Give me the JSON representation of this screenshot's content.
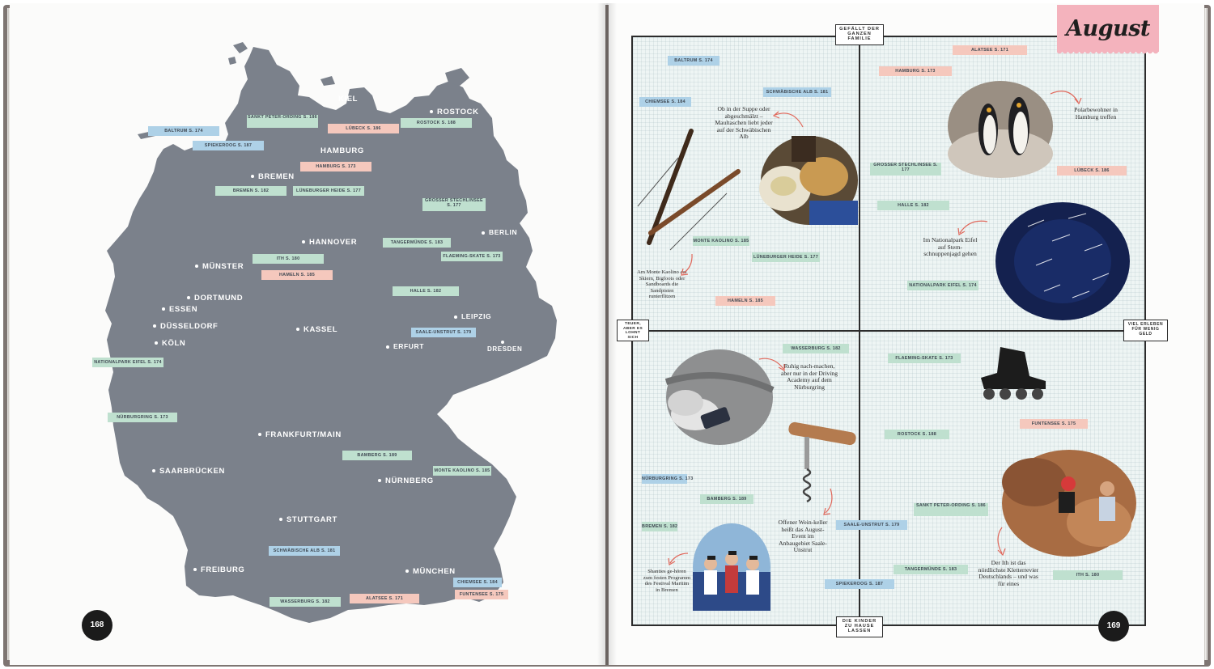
{
  "left_page": {
    "page_number": "168",
    "cities": [
      {
        "name": "KIEL",
        "dot": false
      },
      {
        "name": "ROSTOCK",
        "dot": true
      },
      {
        "name": "HAMBURG",
        "dot": false
      },
      {
        "name": "BREMEN",
        "dot": true
      },
      {
        "name": "BERLIN",
        "dot": true
      },
      {
        "name": "HANNOVER",
        "dot": true
      },
      {
        "name": "MÜNSTER",
        "dot": true
      },
      {
        "name": "DORTMUND",
        "dot": true
      },
      {
        "name": "ESSEN",
        "dot": true
      },
      {
        "name": "DÜSSELDORF",
        "dot": true
      },
      {
        "name": "KÖLN",
        "dot": true
      },
      {
        "name": "KASSEL",
        "dot": true
      },
      {
        "name": "LEIPZIG",
        "dot": true
      },
      {
        "name": "ERFURT",
        "dot": true
      },
      {
        "name": "DRESDEN",
        "dot": true
      },
      {
        "name": "FRANKFURT/MAIN",
        "dot": true
      },
      {
        "name": "SAARBRÜCKEN",
        "dot": true
      },
      {
        "name": "NÜRNBERG",
        "dot": true
      },
      {
        "name": "STUTTGART",
        "dot": true
      },
      {
        "name": "FREIBURG",
        "dot": true
      },
      {
        "name": "MÜNCHEN",
        "dot": true
      }
    ],
    "tags": [
      {
        "label": "BALTRUM S. 174",
        "color": "blue"
      },
      {
        "label": "SANKT PETER-ORDING S. 186",
        "color": "green"
      },
      {
        "label": "LÜBECK S. 186",
        "color": "pink"
      },
      {
        "label": "ROSTOCK S. 188",
        "color": "green"
      },
      {
        "label": "SPIEKEROOG S. 187",
        "color": "blue"
      },
      {
        "label": "HAMBURG S. 173",
        "color": "pink"
      },
      {
        "label": "BREMEN S. 182",
        "color": "green"
      },
      {
        "label": "LÜNEBURGER HEIDE S. 177",
        "color": "green"
      },
      {
        "label": "GROSSER STECHLINSEE S. 177",
        "color": "green"
      },
      {
        "label": "TANGERMÜNDE S. 183",
        "color": "green"
      },
      {
        "label": "FLAEMING-SKATE S. 173",
        "color": "green"
      },
      {
        "label": "ITH S. 180",
        "color": "green"
      },
      {
        "label": "HAMELN S. 185",
        "color": "pink"
      },
      {
        "label": "HALLE S. 182",
        "color": "green"
      },
      {
        "label": "SAALE-UNSTRUT S. 179",
        "color": "blue"
      },
      {
        "label": "NATIONALPARK EIFEL S. 174",
        "color": "green"
      },
      {
        "label": "NÜRBURGRING S. 173",
        "color": "green"
      },
      {
        "label": "BAMBERG S. 189",
        "color": "green"
      },
      {
        "label": "MONTE KAOLINO S. 185",
        "color": "green"
      },
      {
        "label": "SCHWÄBISCHE ALB S. 181",
        "color": "blue"
      },
      {
        "label": "CHIEMSEE S. 184",
        "color": "blue"
      },
      {
        "label": "WASSERBURG S. 182",
        "color": "green"
      },
      {
        "label": "ALATSEE S. 171",
        "color": "pink"
      },
      {
        "label": "FUNTENSEE S. 175",
        "color": "pink"
      }
    ]
  },
  "right_page": {
    "page_number": "169",
    "month_title": "August",
    "axis_labels": {
      "top": "GEFÄLLT DER GANZEN FAMILIE",
      "bottom": "DIE KINDER ZU HAUSE LASSEN",
      "left": "TEUER, ABER ES LOHNT SICH",
      "right": "VIEL ERLEBEN FÜR WENIG GELD"
    },
    "tags": [
      {
        "label": "BALTRUM S. 174",
        "color": "blue"
      },
      {
        "label": "ALATSEE S. 171",
        "color": "pink"
      },
      {
        "label": "HAMBURG S. 173",
        "color": "pink"
      },
      {
        "label": "SCHWÄBISCHE ALB S. 181",
        "color": "blue"
      },
      {
        "label": "CHIEMSEE S. 184",
        "color": "blue"
      },
      {
        "label": "GROSSER STECHLINSEE S. 177",
        "color": "green"
      },
      {
        "label": "LÜBECK S. 186",
        "color": "pink"
      },
      {
        "label": "HALLE S. 182",
        "color": "green"
      },
      {
        "label": "MONTE KAOLINO S. 185",
        "color": "green"
      },
      {
        "label": "LÜNEBURGER HEIDE S. 177",
        "color": "green"
      },
      {
        "label": "NATIONALPARK EIFEL S. 174",
        "color": "green"
      },
      {
        "label": "HAMELN S. 185",
        "color": "pink"
      },
      {
        "label": "WASSERBURG S. 182",
        "color": "green"
      },
      {
        "label": "FLAEMING-SKATE S. 173",
        "color": "green"
      },
      {
        "label": "FUNTENSEE S. 175",
        "color": "pink"
      },
      {
        "label": "ROSTOCK S. 188",
        "color": "green"
      },
      {
        "label": "NÜRBURGRING S. 173",
        "color": "blue"
      },
      {
        "label": "BAMBERG S. 189",
        "color": "green"
      },
      {
        "label": "SANKT PETER-ORDING S. 186",
        "color": "green"
      },
      {
        "label": "BREMEN S. 182",
        "color": "green"
      },
      {
        "label": "SAALE-UNSTRUT S. 179",
        "color": "blue"
      },
      {
        "label": "TANGERMÜNDE S. 183",
        "color": "green"
      },
      {
        "label": "ITH S. 180",
        "color": "green"
      },
      {
        "label": "SPIEKEROOG S. 187",
        "color": "blue"
      }
    ],
    "notes": {
      "maultaschen": "Ob in der Suppe oder abgeschmälzt – Maultaschen liebt jeder auf der Schwäbischen Alb",
      "penguins": "Polarbewohner in Hamburg treffen",
      "stars": "Im Nationalpark Eifel auf Stern-schnuppenjagd gehen",
      "kaolino": "Am Monte Kaolino auf Skiern, Bigfoots oder Sandboards die Sandpisten runterflitzen",
      "driving": "Ruhig nach-machen, aber nur in der Driving Academy auf dem Nürburgring",
      "wine": "Offener Wein-keller heißt das August-Event im Anbaugebiet Saale-Unstrut",
      "shanties": "Shanties ge-hören zum festen Programm des Festival Maritim in Bremen",
      "ith": "Der Ith ist das nördlichste Kletterrevier Deutschlands – und was für eines"
    }
  },
  "colors": {
    "map_fill": "#7b818b",
    "tag_green": "#bfe0cf",
    "tag_blue": "#aed1e7",
    "tag_pink": "#f5c8bd",
    "month_badge": "#f4b3bd",
    "grid_bg": "#eef5f4",
    "arrow": "#e0675a"
  }
}
